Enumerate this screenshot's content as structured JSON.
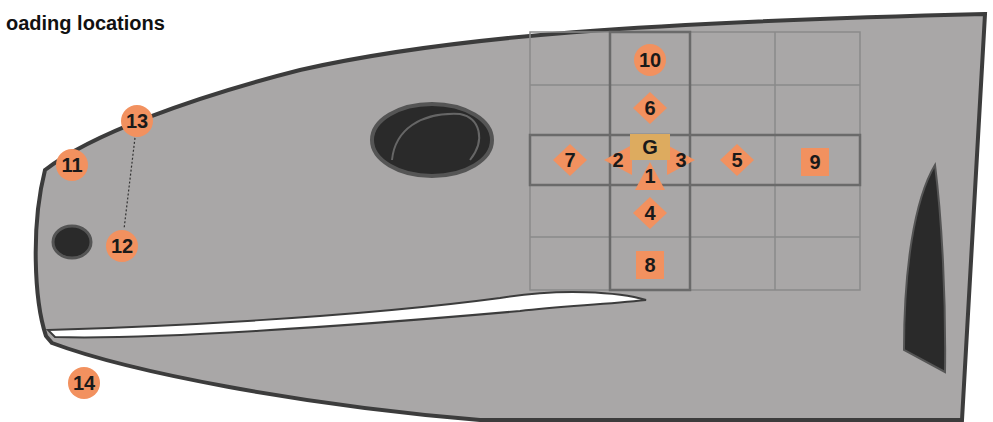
{
  "diagram": {
    "title": "oading locations",
    "nodes": [
      {
        "text": [
          "1"
        ]
      },
      {
        "text": [
          "2"
        ]
      },
      {
        "text": [
          "3"
        ]
      },
      {
        "text": [
          "4"
        ]
      },
      {
        "text": [
          "5"
        ]
      },
      {
        "text": [
          "6"
        ]
      },
      {
        "text": [
          "7"
        ]
      },
      {
        "text": [
          "8"
        ]
      },
      {
        "text": [
          "9"
        ]
      },
      {
        "text": [
          "10"
        ]
      },
      {
        "text": [
          "11"
        ]
      },
      {
        "text": [
          "12"
        ]
      },
      {
        "text": [
          "13"
        ]
      },
      {
        "text": [
          "14"
        ]
      },
      {
        "text": [
          "G"
        ]
      }
    ],
    "edges": [
      {
        "from": 12,
        "to": 11,
        "arrow": "none"
      }
    ]
  }
}
